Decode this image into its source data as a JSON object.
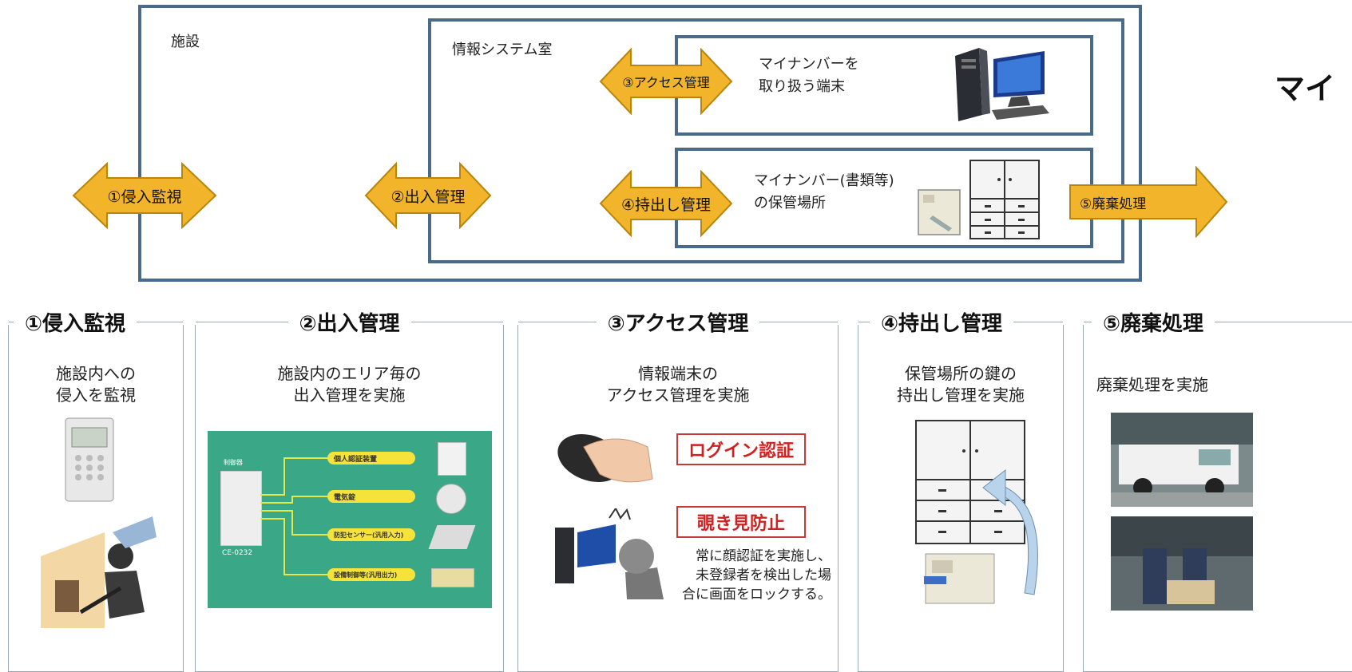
{
  "top": {
    "facility_label": "施設",
    "room_label": "情報システム室",
    "terminal_label_line1": "マイナンバーを",
    "terminal_label_line2": "取り扱う端末",
    "storage_label_line1": "マイナンバー(書類等)",
    "storage_label_line2": "の保管場所",
    "right_title": "マイ"
  },
  "arrows": {
    "a1": "①侵入監視",
    "a2": "②出入管理",
    "a3": "③アクセス管理",
    "a4": "④持出し管理",
    "a5": "⑤廃棄処理"
  },
  "panels": {
    "p1": {
      "heading": "①侵入監視",
      "line1": "施設内への",
      "line2": "侵入を監視"
    },
    "p2": {
      "heading": "②出入管理",
      "line1": "施設内のエリア毎の",
      "line2": "出入管理を実施",
      "controller": "制御器",
      "model": "CE-0232",
      "chips": [
        "個人認証装置",
        "電気錠",
        "防犯センサー(汎用入力)",
        "設備制御等(汎用出力)"
      ]
    },
    "p3": {
      "heading": "③アクセス管理",
      "line1": "情報端末の",
      "line2": "アクセス管理を実施",
      "badge1": "ログイン認証",
      "badge2": "覗き見防止",
      "note1": "常に顔認証を実施し、",
      "note2": "未登録者を検出した場",
      "note3": "合に画面をロックする。"
    },
    "p4": {
      "heading": "④持出し管理",
      "line1": "保管場所の鍵の",
      "line2": "持出し管理を実施"
    },
    "p5": {
      "heading": "⑤廃棄処理",
      "line1": "廃棄処理を実施"
    }
  },
  "colors": {
    "arrow_fill": "#f2b42a",
    "arrow_stroke": "#b8860b",
    "frame": "#4a6a8a",
    "panel2_bg": "#3aa887",
    "badge_red": "#d02020"
  },
  "icons": [
    "computer-tower-icon",
    "cabinet-icon",
    "key-box-icon",
    "alarm-panel-icon",
    "intruder-illustration",
    "palm-scanner-icon",
    "pc-user-icon",
    "truck-photo",
    "shredding-photo"
  ]
}
